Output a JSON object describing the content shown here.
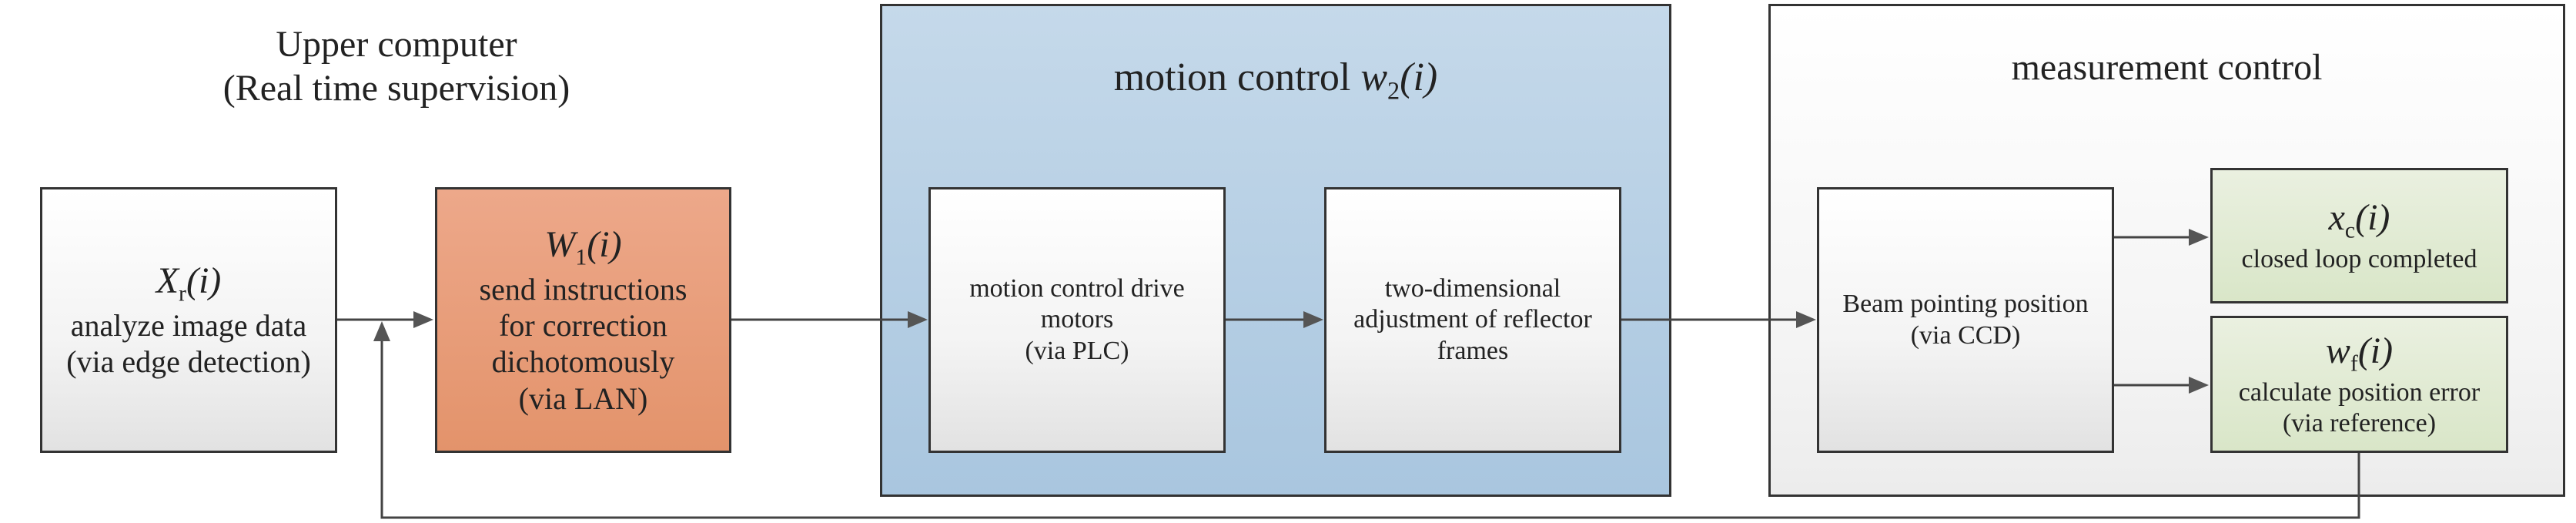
{
  "upper_computer": {
    "title_line1": "Upper computer",
    "title_line2": "(Real time supervision)"
  },
  "analyze_box": {
    "symbol": "X",
    "symbol_sub": "r",
    "symbol_arg": "(i)",
    "line1": "analyze image data",
    "line2": "(via edge detection)"
  },
  "instructions_box": {
    "symbol": "W",
    "symbol_sub": "1",
    "symbol_arg": "(i)",
    "line1": "send instructions",
    "line2": "for correction",
    "line3": "dichotomously",
    "line4": "(via LAN)"
  },
  "motion_panel": {
    "title_text": "motion control ",
    "title_symbol": "w",
    "title_sub": "2",
    "title_arg": "(i)"
  },
  "drive_box": {
    "line1": "motion control drive",
    "line2": "motors",
    "line3": "(via PLC)"
  },
  "reflector_box": {
    "line1": "two-dimensional",
    "line2": "adjustment of reflector",
    "line3": "frames"
  },
  "measurement_panel": {
    "title": "measurement control"
  },
  "beam_box": {
    "line1": "Beam pointing position",
    "line2": "(via CCD)"
  },
  "closed_box": {
    "symbol": "x",
    "symbol_sub": "c",
    "symbol_arg": "(i)",
    "line1": "closed loop completed"
  },
  "error_box": {
    "symbol": "w",
    "symbol_sub": "f",
    "symbol_arg": "(i)",
    "line1": "calculate position error",
    "line2": "(via reference)"
  },
  "colors": {
    "orange_box": "#e3936b",
    "blue_panel": "#a9c6df",
    "green_box": "#d9e6c8",
    "line": "#333333"
  }
}
